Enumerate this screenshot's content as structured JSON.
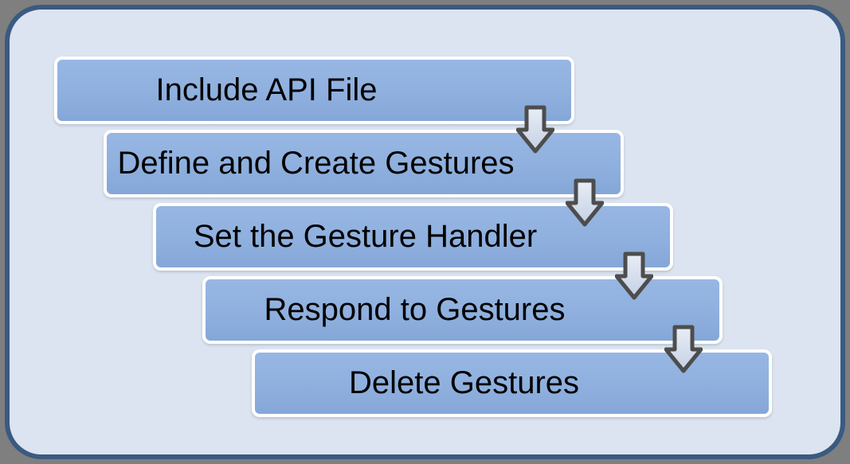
{
  "diagram": {
    "type": "step-down-process",
    "steps": [
      {
        "label": "Include API File"
      },
      {
        "label": "Define and Create Gestures"
      },
      {
        "label": "Set the Gesture Handler"
      },
      {
        "label": "Respond to Gestures"
      },
      {
        "label": "Delete Gestures"
      }
    ],
    "connector_icon": "down-arrow-icon",
    "colors": {
      "outer_background": "#7f7f7f",
      "frame_border": "#3a5a80",
      "frame_fill": "#dce4f1",
      "box_fill": "#8fb0de",
      "box_border": "#ffffff",
      "arrow_fill_top": "#e9eef6",
      "arrow_fill_bottom": "#c3d0e4",
      "arrow_border": "#4d4d4d",
      "text": "#000000"
    }
  }
}
